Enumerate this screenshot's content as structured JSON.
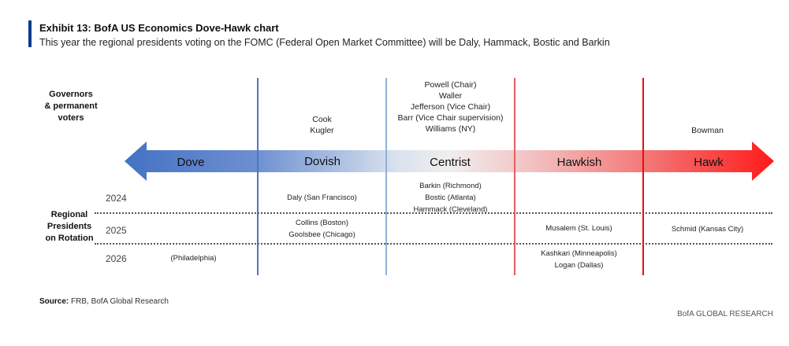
{
  "header": {
    "title": "Exhibit 13: BofA US Economics Dove-Hawk chart",
    "subtitle": "This year the regional presidents voting on the FOMC (Federal Open Market Committee) will be Daly, Hammack, Bostic and Barkin"
  },
  "row_labels": {
    "governors": [
      "Governors",
      "& permanent",
      "voters"
    ],
    "regional": [
      "Regional",
      "Presidents",
      "on Rotation"
    ]
  },
  "years": [
    "2024",
    "2025",
    "2026"
  ],
  "categories": [
    "Dove",
    "Dovish",
    "Centrist",
    "Hawkish",
    "Hawk"
  ],
  "colors": {
    "dove": "#4472c4",
    "hawk": "#ff1a1a",
    "dove_line": "#4a78c0",
    "centrist_line": "#8fb0d8",
    "hawkish_line": "#e06060",
    "hawk_line": "#e01010"
  },
  "governors": {
    "dovish": [
      "Cook",
      "Kugler"
    ],
    "centrist": [
      "Powell (Chair)",
      "Waller",
      "Jefferson (Vice Chair)",
      "Barr (Vice Chair supervision)",
      "Williams (NY)"
    ],
    "hawk": [
      "Bowman"
    ]
  },
  "regional": {
    "y2024": {
      "dovish": [
        "Daly (San Francisco)"
      ],
      "centrist": [
        "Barkin (Richmond)",
        "Bostic (Atlanta)",
        "Hammack (Cleveland)"
      ]
    },
    "y2025": {
      "dovish": [
        "Collins (Boston)",
        "Goolsbee (Chicago)"
      ],
      "hawkish": [
        "Musalem (St. Louis)"
      ],
      "hawk": [
        "Schmid (Kansas City)"
      ]
    },
    "y2026": {
      "dove": [
        "(Philadelphia)"
      ],
      "hawkish": [
        "Kashkari (Minneapolis)",
        "Logan (Dallas)"
      ]
    }
  },
  "footer": {
    "source_label": "Source:",
    "source_text": " FRB, BofA Global Research",
    "brand": "BofA GLOBAL RESEARCH"
  }
}
